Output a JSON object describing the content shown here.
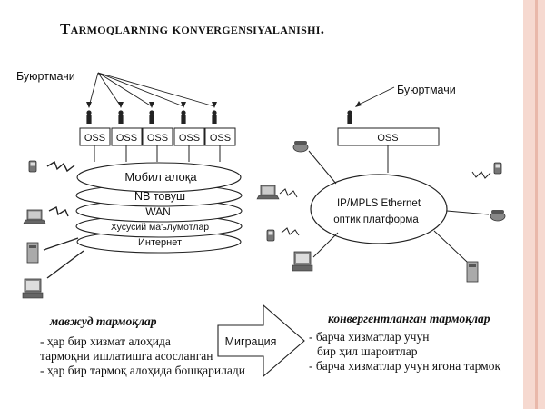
{
  "title": "Tarmoqlarning konvergensiyalanishi.",
  "left": {
    "customer_label": "Буюртмачи",
    "oss_labels": [
      "OSS",
      "OSS",
      "OSS",
      "OSS",
      "OSS"
    ],
    "layers": [
      "Мобил алоқа",
      "NB товуш",
      "WAN",
      "Хусусий маълумотлар",
      "Интернет"
    ],
    "note_heading": "мавжуд тармоқлар",
    "note_lines": [
      "- ҳар бир хизмат алоҳида",
      "тармоқни ишлатишга асосланган",
      "- ҳар бир тармоқ алоҳида бошқарилади"
    ]
  },
  "right": {
    "customer_label": "Буюртмачи",
    "oss_label": "OSS",
    "platform_line1": "IP/MPLS  Ethernet",
    "platform_line2": "оптик платформа",
    "note_heading": "конвергентланган тармоқлар",
    "note_lines": [
      "- барча хизматлар учун",
      "бир ҳил шароитлар",
      "- барча хизматлар учун ягона тармоқ"
    ]
  },
  "migration_label": "Миграция"
}
